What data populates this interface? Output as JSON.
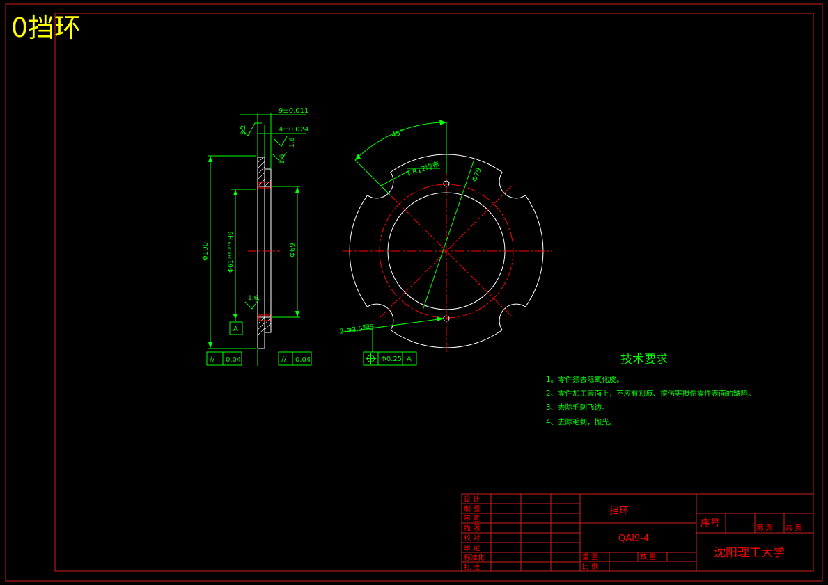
{
  "page_title": "0挡环",
  "colors": {
    "background": "#000000",
    "outline": "#ffffff",
    "frame": "#cc1f1f",
    "center_line": "#ff0000",
    "dimension": "#00ff00",
    "title_text": "#ffff00",
    "note_text": "#00ff00"
  },
  "side_view": {
    "dims": {
      "thickness": "9±0.011",
      "step": "4±0.024",
      "outer_dia": "Φ100",
      "bore_dia": "Φ61⁰⁺⁰·⁰⁷⁴ H9",
      "hub_dia": "Φ69"
    },
    "roughness": [
      "3.2",
      "1.6",
      "1.6",
      "1.6"
    ],
    "datum": "A",
    "tolerance_left": {
      "symbol": "//",
      "value": "0.04"
    },
    "tolerance_right": {
      "symbol": "//",
      "value": "0.04"
    }
  },
  "front_view": {
    "angle_label": "45°",
    "slot_label": "4-R12均布",
    "pcd_label": "Φ79",
    "hole_label": "2-Φ3.5配5",
    "position_tol": {
      "symbol": "⊕",
      "value": "Φ0.25",
      "datum": "A"
    }
  },
  "technical_requirements": {
    "heading": "技术要求",
    "items": [
      "1。零件须去除氧化皮。",
      "2、零件加工表面上，不应有划痕、擦伤等损伤零件表面的缺陷。",
      "3、去除毛刺飞边。",
      "4、去除毛刺，抛光。"
    ]
  },
  "title_block": {
    "left_labels": [
      "设 计",
      "制 图",
      "审 查",
      "描 图",
      "校 对",
      "审 定",
      "标准化",
      "批 准"
    ],
    "part_name": "挡环",
    "material": "QAI9-4",
    "weight_label": "重 量",
    "quantity_label": "数 量",
    "scale_label": "比 例",
    "serial_label": "序号",
    "sheet_label": "第 页",
    "total_label": "共 页",
    "school": "沈阳理工大学"
  }
}
